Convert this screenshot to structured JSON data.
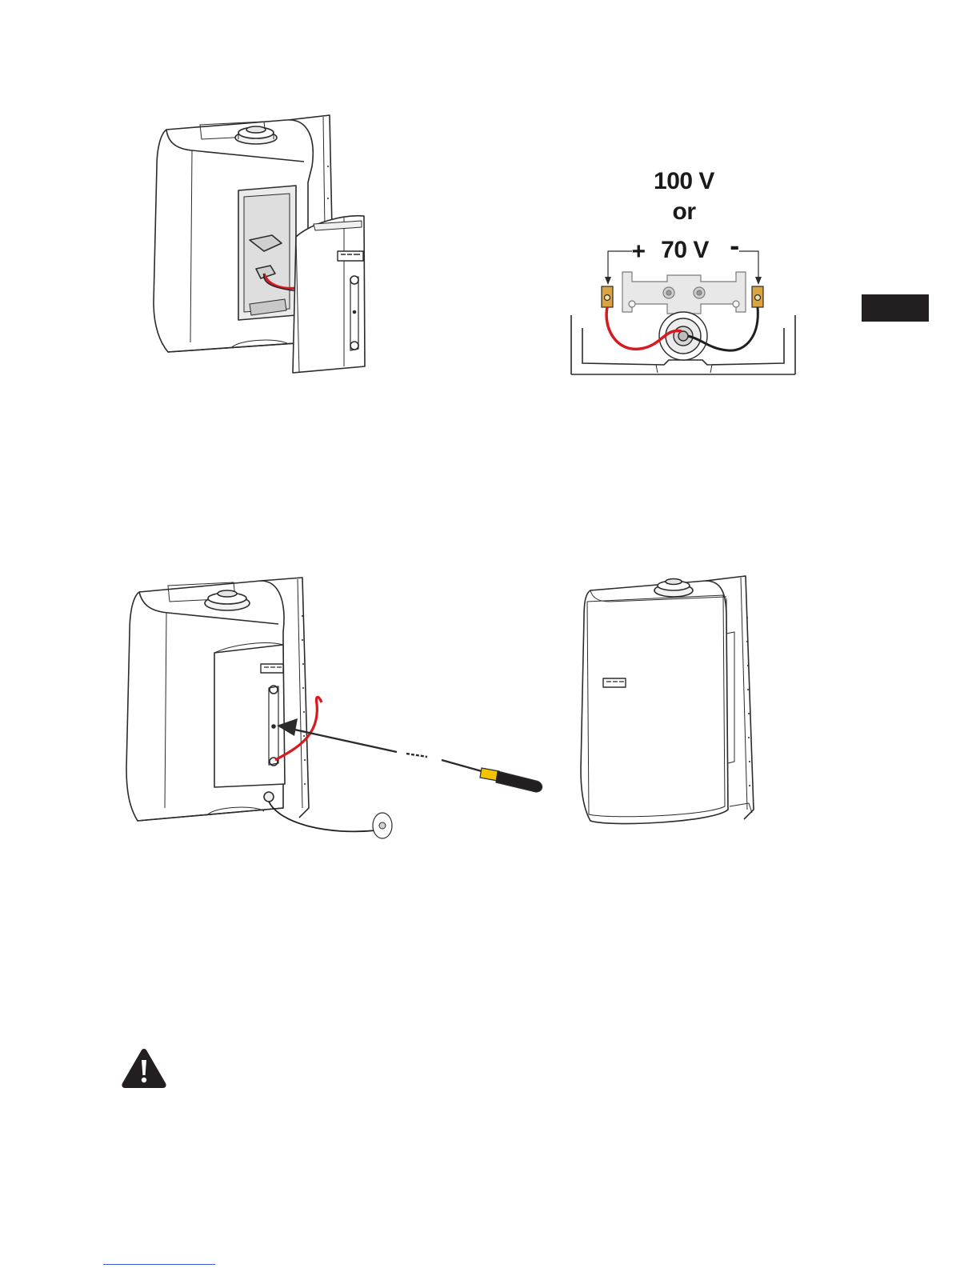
{
  "wiring": {
    "voltage_100": "100 V",
    "or_word": "or",
    "voltage_70": "70 V",
    "plus_sign": "+",
    "minus_sign": "-"
  },
  "colors": {
    "positive_wire": "#d71920",
    "negative_wire": "#231f20",
    "terminal_gold": "#d9a441",
    "handle_yellow": "#f5c400",
    "tab_black": "#231f20"
  },
  "icons": {
    "warning": "warning-triangle-icon",
    "brand_logo": "brand-logo-icon"
  }
}
